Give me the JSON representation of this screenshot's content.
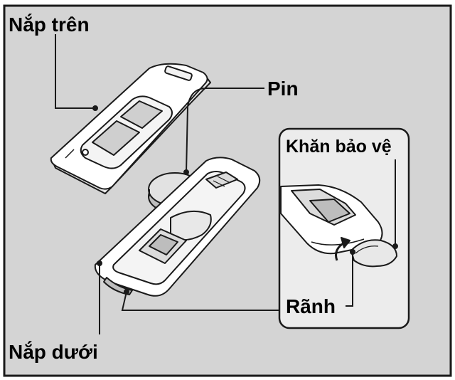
{
  "labels": {
    "top_cover": "Nắp trên",
    "battery": "Pin",
    "protective_cloth": "Khăn bảo vệ",
    "slot": "Rãnh",
    "bottom_cover": "Nắp dưới"
  },
  "colors": {
    "background": "#d4d4d4",
    "inset_background": "#ececec",
    "outline": "#1a1a1a",
    "key_body": "#ffffff",
    "key_button": "#cfcfcf",
    "battery": "#e2e2e2"
  }
}
